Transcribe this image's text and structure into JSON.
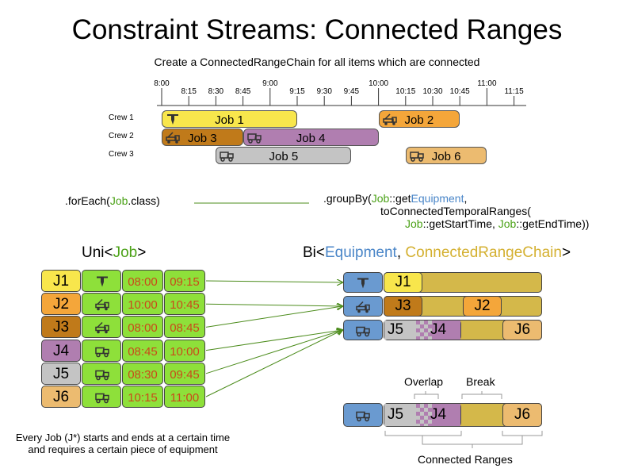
{
  "title": "Constraint Streams: Connected Ranges",
  "subtitle": "Create a ConnectedRangeChain for all items which are connected",
  "timeline": {
    "ticks": [
      "8:00",
      "8:15",
      "8:30",
      "8:45",
      "9:00",
      "9:15",
      "9:30",
      "9:45",
      "10:00",
      "10:15",
      "10:30",
      "10:45",
      "11:00",
      "11:15"
    ],
    "crews": [
      "Crew 1",
      "Crew 2",
      "Crew 3"
    ],
    "jobs": [
      {
        "label": "Job 1",
        "crew": 0,
        "start": 0,
        "end": 5,
        "color": "#f8e64c",
        "icon": "drill-icon"
      },
      {
        "label": "Job 2",
        "crew": 0,
        "start": 8,
        "end": 11,
        "color": "#f4a63a",
        "icon": "crane-truck-icon"
      },
      {
        "label": "Job 3",
        "crew": 1,
        "start": 0,
        "end": 3,
        "color": "#c07a1a",
        "icon": "crane-truck-icon"
      },
      {
        "label": "Job 4",
        "crew": 1,
        "start": 3,
        "end": 8,
        "color": "#b07eb0",
        "icon": "dump-truck-icon"
      },
      {
        "label": "Job 5",
        "crew": 2,
        "start": 2,
        "end": 7,
        "color": "#c4c4c4",
        "icon": "dump-truck-icon"
      },
      {
        "label": "Job 6",
        "crew": 2,
        "start": 9,
        "end": 12,
        "color": "#ecbb70",
        "icon": "dump-truck-icon"
      }
    ]
  },
  "code": {
    "foreach_prefix": ".forEach(",
    "foreach_class": "Job",
    "foreach_suffix": ".class)",
    "groupby_prefix": ".groupBy(",
    "groupby_job1": "Job",
    "groupby_method1": "::get",
    "groupby_equipment": "Equipment",
    "groupby_suffix1": ",",
    "line2": "toConnectedTemporalRanges(",
    "line3_job1": "Job",
    "line3_mid": "::getStartTime, ",
    "line3_job2": "Job",
    "line3_end": "::getEndTime))"
  },
  "uni": {
    "heading_prefix": "Uni<",
    "heading_type": "Job",
    "heading_suffix": ">",
    "rows": [
      {
        "id": "J1",
        "color": "#f8e64c",
        "icon": "drill-icon",
        "start": "08:00",
        "end": "09:15"
      },
      {
        "id": "J2",
        "color": "#f4a63a",
        "icon": "crane-truck-icon",
        "start": "10:00",
        "end": "10:45"
      },
      {
        "id": "J3",
        "color": "#c07a1a",
        "icon": "crane-truck-icon",
        "start": "08:00",
        "end": "08:45"
      },
      {
        "id": "J4",
        "color": "#b07eb0",
        "icon": "dump-truck-icon",
        "start": "08:45",
        "end": "10:00"
      },
      {
        "id": "J5",
        "color": "#c4c4c4",
        "icon": "dump-truck-icon",
        "start": "08:30",
        "end": "09:45"
      },
      {
        "id": "J6",
        "color": "#ecbb70",
        "icon": "dump-truck-icon",
        "start": "10:15",
        "end": "11:00"
      }
    ]
  },
  "bi": {
    "heading_prefix": "Bi<",
    "heading_a": "Equipment",
    "heading_sep": ", ",
    "heading_b": "ConnectedRangeChain",
    "heading_suffix": ">",
    "rows": [
      {
        "icon": "drill-icon",
        "items": [
          "J1"
        ]
      },
      {
        "icon": "crane-truck-icon",
        "items": [
          "J3",
          "J2"
        ]
      },
      {
        "icon": "dump-truck-icon",
        "items": [
          "J5",
          "J4",
          "J6"
        ]
      }
    ]
  },
  "detail": {
    "overlap_label": "Overlap",
    "break_label": "Break",
    "connected_label": "Connected Ranges",
    "items": [
      "J5",
      "J4",
      "J6"
    ]
  },
  "note_line1": "Every Job (J*) starts and ends at a certain time",
  "note_line2": "and requires a certain piece of equipment",
  "colors": {
    "equipment_blue": "#6a9ad0",
    "chain_gold": "#d4b84a",
    "green_cell": "#8ee03a",
    "time_text": "#c94a1a",
    "connector": "#4c8c1c"
  }
}
